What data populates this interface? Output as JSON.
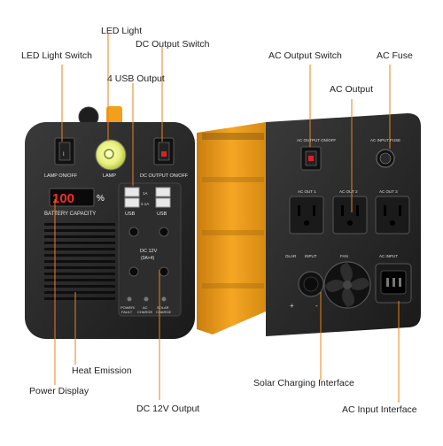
{
  "callouts": {
    "led_light": "LED Light",
    "led_light_switch": "LED Light Switch",
    "dc_output_switch": "DC Output Switch",
    "usb_output": "4 USB Output",
    "ac_output_switch": "AC Output Switch",
    "ac_fuse": "AC  Fuse",
    "ac_output": "AC Output",
    "heat_emission": "Heat Emission",
    "power_display": "Power Display",
    "dc_12v_output": "DC 12V Output",
    "solar_charging_interface": "Solar Charging Interface",
    "ac_input_interface": "AC Input Interface"
  },
  "front_panel": {
    "lamp_on_off": "LAMP ON/OFF",
    "lamp": "LAMP",
    "dc_output_on_off": "DC OUTPUT ON/OFF",
    "display_value": "100",
    "display_unit": "%",
    "battery_capacity": "BATTERY CAPACITY",
    "usb": "USB",
    "usb_1a": "1A",
    "usb_21a": "2.1A",
    "dc_label": "DC 12V",
    "dc_sub": "(3A×4)",
    "ind_power": "POWER/",
    "ind_fault": "FAULT",
    "ind_ac": "AC",
    "ind_ac_charge": "CHARGE",
    "ind_solar": "SOLAR",
    "ind_solar_charge": "CHARGE"
  },
  "back_panel": {
    "ac_output_on_off": "AC OUTPUT ON/OFF",
    "ac_input_fuse": "AC INPUT FUSE",
    "ac_out_1": "AC OUT 1",
    "ac_out_2": "AC OUT 2",
    "ac_out_3": "AC OUT 3",
    "solar": "OLAR",
    "input": "INPUT",
    "fan": "FAN",
    "ac_input": "AC INPUT",
    "plus": "+",
    "minus": "-"
  },
  "colors": {
    "body": "#262626",
    "orange": "#f2a01c",
    "led_red": "#ff2a2a",
    "line_orange": "#e8821a"
  }
}
